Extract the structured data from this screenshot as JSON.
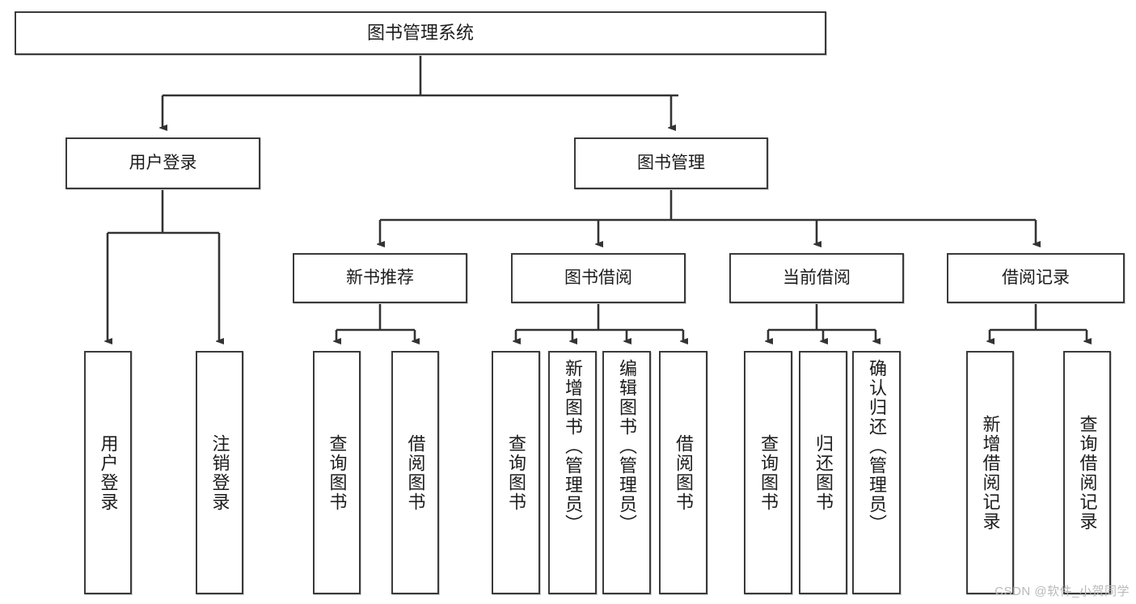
{
  "diagram": {
    "title": "图书管理系统",
    "type": "tree",
    "colors": {
      "background": "#ffffff",
      "box_border": "#3a3a3a",
      "box_fill": "#ffffff",
      "edge": "#333333",
      "text": "#1c1c1c",
      "watermark": "#b9b9b9"
    },
    "root": {
      "label": "图书管理系统"
    },
    "level2": [
      {
        "label": "用户登录"
      },
      {
        "label": "图书管理"
      }
    ],
    "level3": [
      {
        "label": "新书推荐"
      },
      {
        "label": "图书借阅"
      },
      {
        "label": "当前借阅"
      },
      {
        "label": "借阅记录"
      }
    ],
    "leaves": {
      "user_login": [
        {
          "label": "用户登录"
        },
        {
          "label": "注销登录"
        }
      ],
      "new_book_recommend": [
        {
          "label": "查询图书"
        },
        {
          "label": "借阅图书"
        }
      ],
      "book_borrow": [
        {
          "label": "查询图书"
        },
        {
          "label": "新增图书（管理员）"
        },
        {
          "label": "编辑图书（管理员）"
        },
        {
          "label": "借阅图书"
        }
      ],
      "current_borrow": [
        {
          "label": "查询图书"
        },
        {
          "label": "归还图书"
        },
        {
          "label": "确认归还（管理员）"
        }
      ],
      "borrow_record": [
        {
          "label": "新增借阅记录"
        },
        {
          "label": "查询借阅记录"
        }
      ]
    },
    "watermark": "CSDN @软件_小贺同学"
  }
}
